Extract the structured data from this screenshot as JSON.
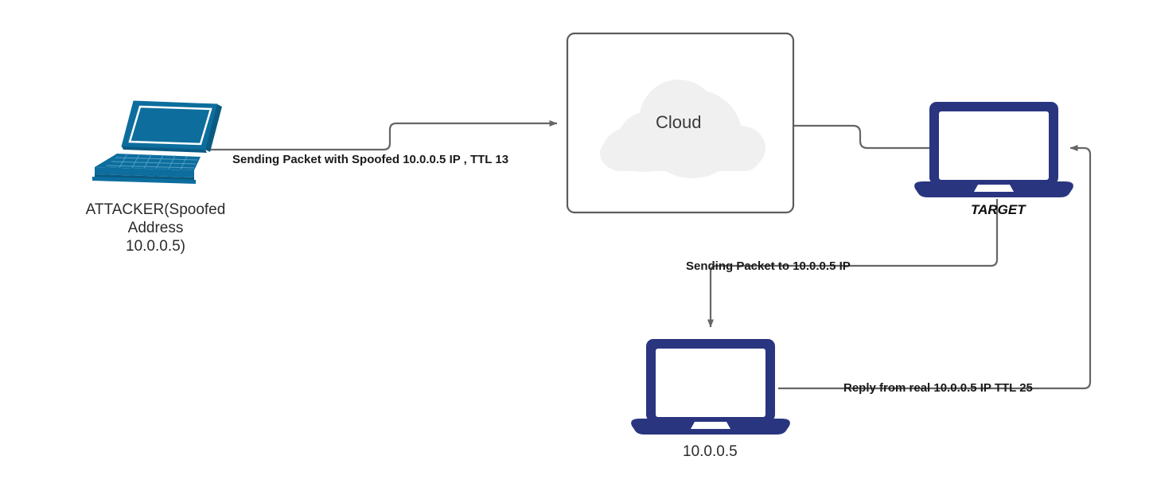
{
  "diagram": {
    "title": "IP Spoofing with TTL diagram",
    "colors": {
      "connector": "#666666",
      "attacker_laptop": "#0d6e9e",
      "attacker_laptop_dark": "#0a5a82",
      "device_blue": "#2a3580",
      "cloud_fill": "#f0f0f0",
      "box_stroke": "#5c5c5c",
      "text": "#1a1a1a"
    },
    "nodes": [
      {
        "id": "attacker",
        "type": "isometric-laptop",
        "label_lines": [
          "ATTACKER(Spoofed",
          "Address",
          "10.0.0.5)"
        ],
        "label_style": "plain"
      },
      {
        "id": "cloud",
        "type": "rounded-box-with-cloud",
        "label": "Cloud",
        "label_style": "plain"
      },
      {
        "id": "target",
        "type": "flat-laptop",
        "label": "TARGET",
        "label_style": "bold-italic"
      },
      {
        "id": "victim",
        "type": "flat-laptop",
        "label": "10.0.0.5",
        "label_style": "plain"
      }
    ],
    "connectors": [
      {
        "id": "attacker-to-cloud",
        "from": "attacker",
        "to": "cloud",
        "label": "Sending Packet with Spoofed 10.0.0.5 IP , TTL 13",
        "arrow": "end"
      },
      {
        "id": "cloud-to-target",
        "from": "cloud",
        "to": "target",
        "label": "",
        "arrow": "none"
      },
      {
        "id": "target-to-victim",
        "from": "target",
        "to": "victim",
        "label": "Sending Packet to 10.0.0.5 IP",
        "arrow": "end"
      },
      {
        "id": "victim-to-target",
        "from": "victim",
        "to": "target",
        "label": "Reply from real 10.0.0.5 IP TTL 25",
        "arrow": "end"
      }
    ]
  }
}
